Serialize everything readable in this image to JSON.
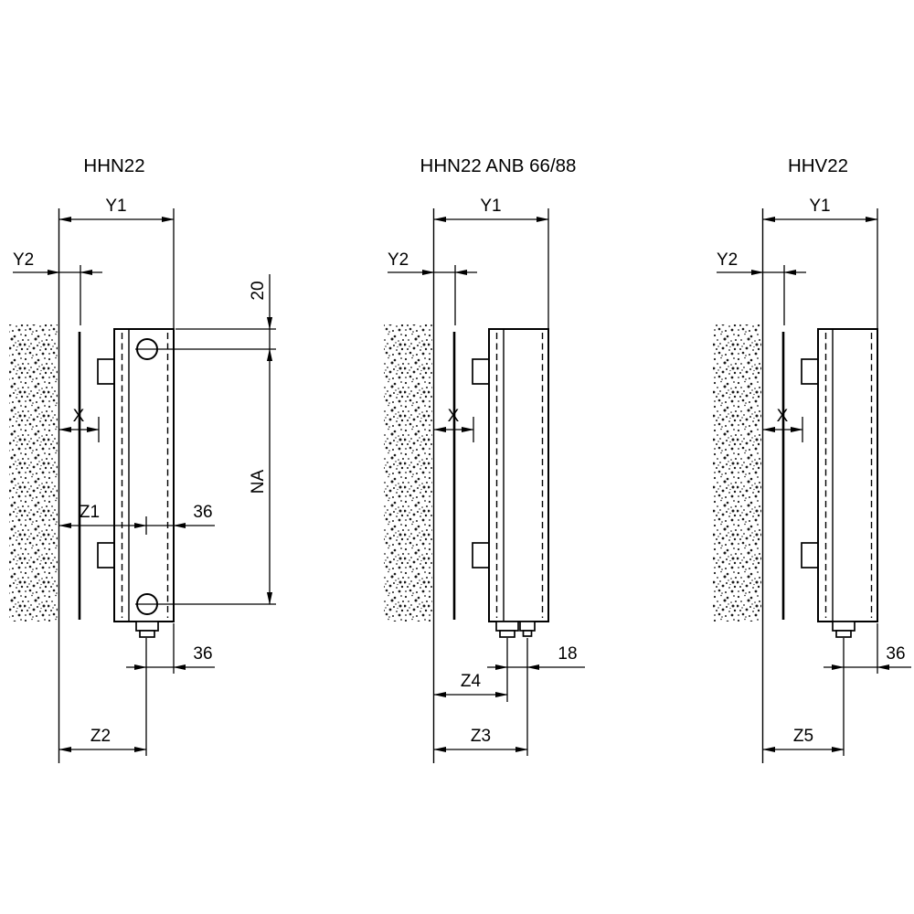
{
  "drawing": {
    "background": "#ffffff",
    "line_color": "#000000",
    "wall_texture": "stipple"
  },
  "diagrams": [
    {
      "title": "HHN22",
      "dims": {
        "y1": "Y1",
        "y2": "Y2",
        "x": "X",
        "z1": "Z1",
        "m36": "36",
        "b36": "36",
        "z2": "Z2",
        "t20": "20",
        "na": "NA"
      }
    },
    {
      "title": "HHN22 ANB 66/88",
      "dims": {
        "y1": "Y1",
        "y2": "Y2",
        "x": "X",
        "d18": "18",
        "z4": "Z4",
        "z3": "Z3"
      }
    },
    {
      "title": "HHV22",
      "dims": {
        "y1": "Y1",
        "y2": "Y2",
        "x": "X",
        "b36": "36",
        "z5": "Z5"
      }
    }
  ]
}
